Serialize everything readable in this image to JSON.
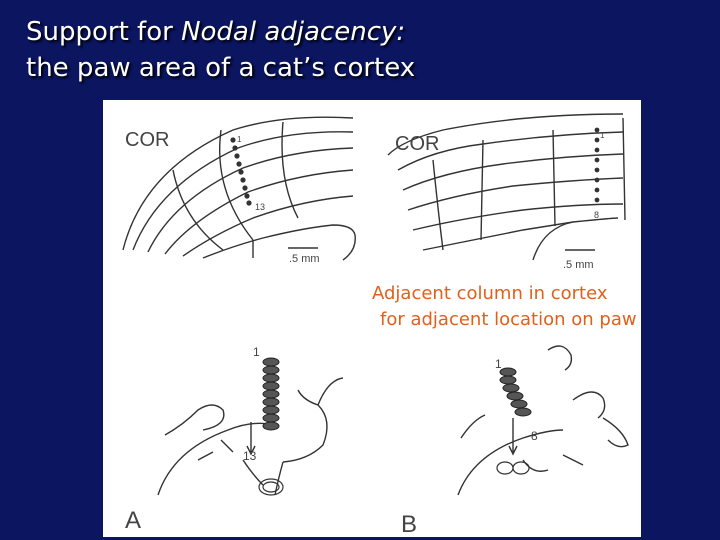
{
  "title": {
    "line1_prefix": "Support for ",
    "line1_emphasis": "Nodal adjacency:",
    "line2": "the paw area of a cat’s cortex"
  },
  "caption": {
    "line1": "Adjacent column in cortex",
    "line2": "for adjacent location on paw",
    "color": "#e0601a"
  },
  "figure": {
    "panel_left": {
      "section_label": "COR",
      "electrode_top": "1",
      "electrode_bottom": "13",
      "scale_label": ".5 mm",
      "panel_letter": "A"
    },
    "panel_right": {
      "section_label": "COR",
      "electrode_top": "1",
      "electrode_bottom": "8",
      "scale_label": ".5 mm",
      "panel_letter": "B"
    },
    "paw_left": {
      "electrode_top": "1",
      "electrode_bottom": "13"
    },
    "paw_right": {
      "electrode_top": "1",
      "electrode_bottom": "8"
    }
  },
  "colors": {
    "background": "#0b1560",
    "title_text": "#ffffff",
    "figure_bg": "#ffffff"
  }
}
